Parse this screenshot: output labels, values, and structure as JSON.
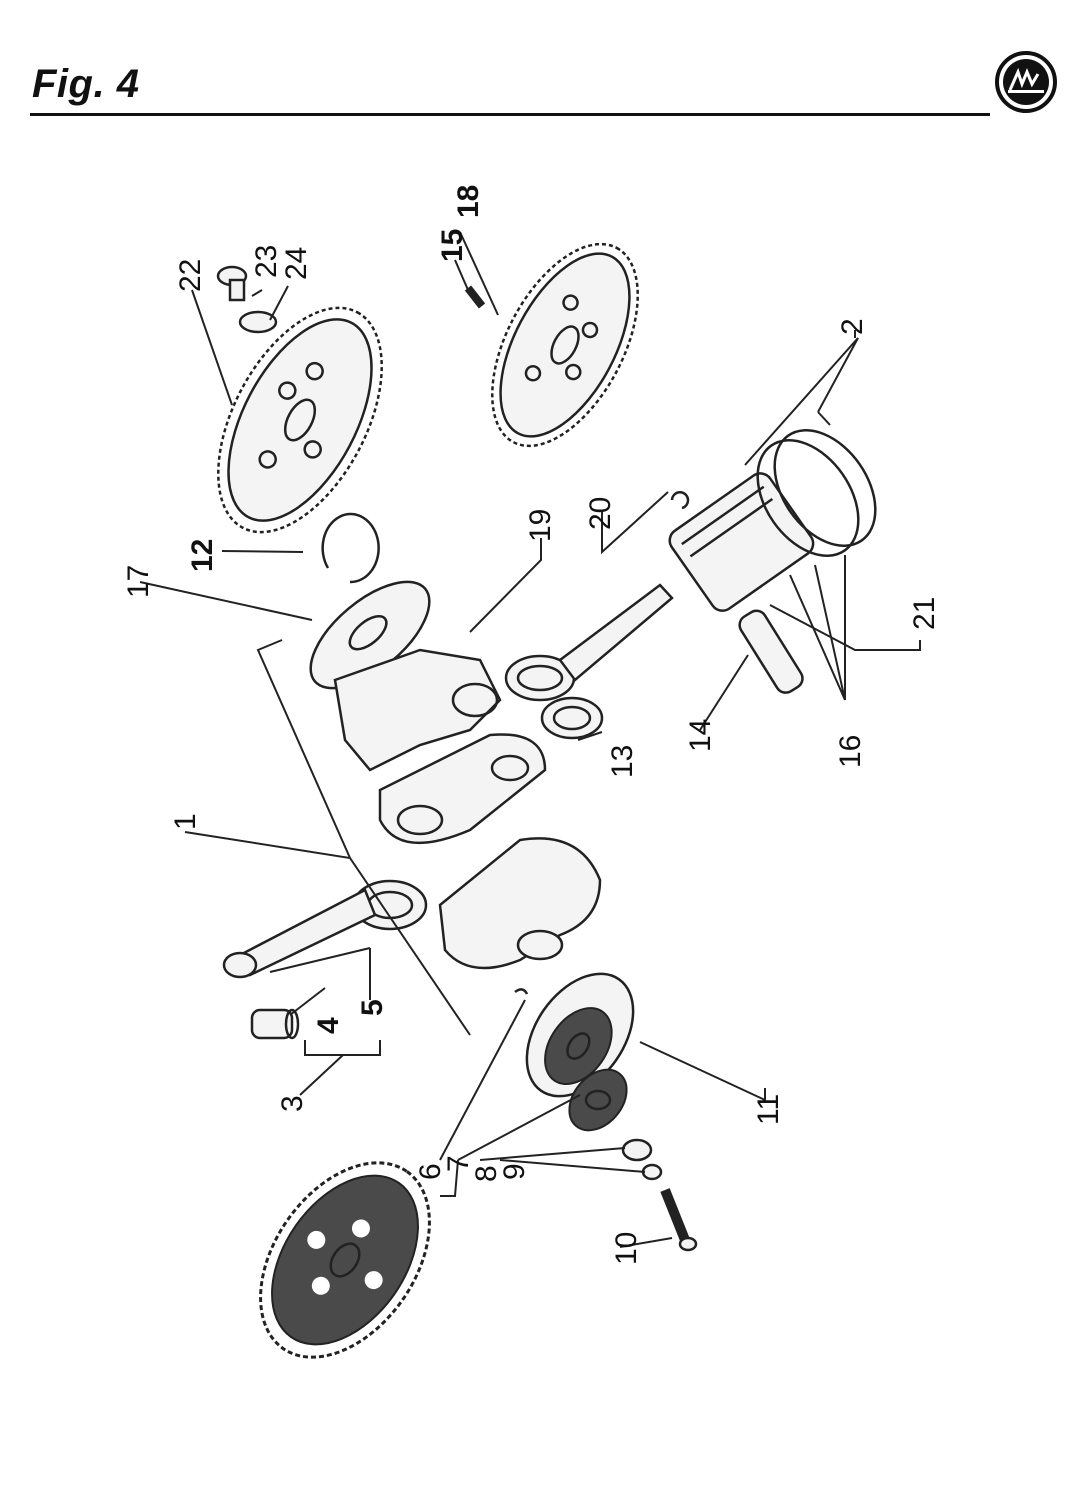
{
  "header": {
    "figure_title": "Fig. 4",
    "logo_icon": "manufacturer-logo-icon"
  },
  "callouts": {
    "c1": "1",
    "c2": "2",
    "c3": "3",
    "c4": "4",
    "c5": "5",
    "c6": "6",
    "c7": "7",
    "c8": "8",
    "c9": "9",
    "c10": "10",
    "c11": "11",
    "c12": "12",
    "c13": "13",
    "c14": "14",
    "c15": "15",
    "c16": "16",
    "c17": "17",
    "c18": "18",
    "c19": "19",
    "c20": "20",
    "c21": "21",
    "c22": "22",
    "c23": "23",
    "c24": "24"
  }
}
